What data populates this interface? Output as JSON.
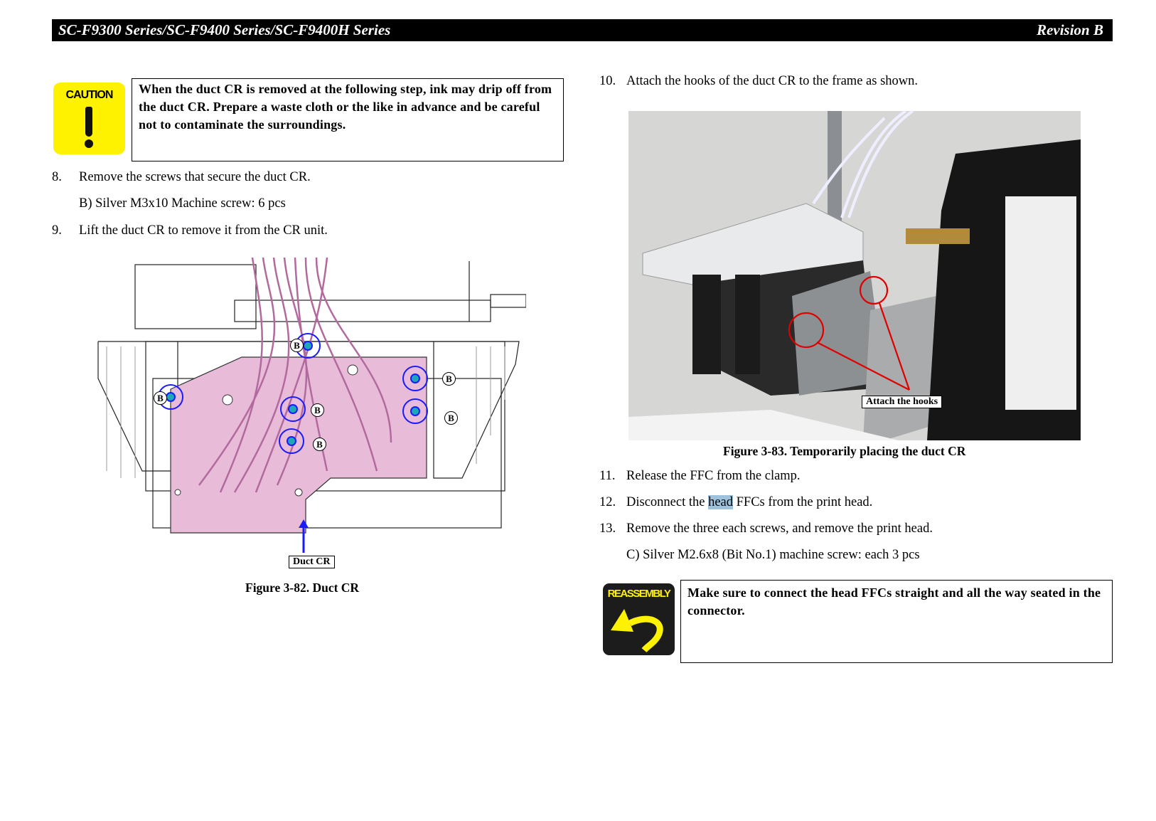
{
  "header": {
    "title": "SC-F9300 Series/SC-F9400 Series/SC-F9400H Series",
    "revision": "Revision B"
  },
  "caution": {
    "icon_label": "CAUTION",
    "text": "When the duct CR is removed at the following step, ink may drip off from the duct CR. Prepare a waste cloth or the like in advance and be careful not to contaminate the surroundings."
  },
  "left_steps": [
    {
      "num": "8.",
      "text": "Remove the screws that secure the duct CR."
    },
    {
      "sub": "B) Silver M3x10 Machine screw: 6 pcs"
    },
    {
      "num": "9.",
      "text": "Lift the duct CR to remove it from the CR unit."
    }
  ],
  "figure82": {
    "screw_label": "B",
    "callout": "Duct CR",
    "caption": "Figure 3-82.  Duct CR"
  },
  "right_steps": {
    "s10": {
      "num": "10.",
      "text": "Attach the hooks of the duct CR to the frame as shown."
    },
    "s11": {
      "num": "11.",
      "text": "Release the FFC from the clamp."
    },
    "s12": {
      "num": "12.",
      "pre": "Disconnect the ",
      "highlight": "head",
      "post": " FFCs from the print head."
    },
    "s13": {
      "num": "13.",
      "text": "Remove the three each screws, and remove the print head."
    },
    "s13sub": "C) Silver M2.6x8 (Bit No.1) machine screw: each 3 pcs"
  },
  "figure83": {
    "callout": "Attach the hooks",
    "caption": "Figure 3-83.  Temporarily placing the duct CR"
  },
  "reassembly": {
    "icon_label": "REASSEMBLY",
    "text": "Make sure to connect the head FFCs straight and all the way seated in the connector."
  },
  "colors": {
    "caution_yellow": "#fff200",
    "duct_pink": "#e8bcd9",
    "screw_circle": "#1a1aff",
    "hook_red": "#e00000",
    "highlight": "#9fc2dc"
  }
}
